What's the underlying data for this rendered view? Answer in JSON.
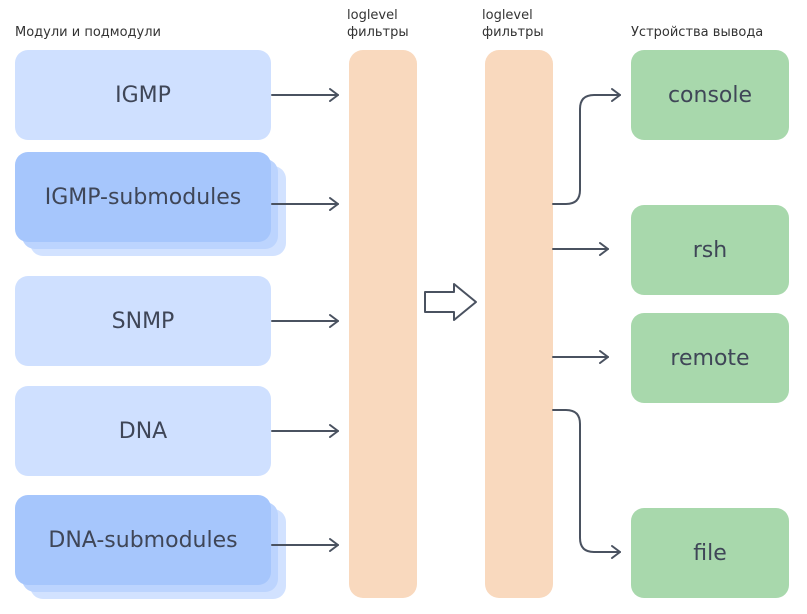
{
  "headers": {
    "modules": "Модули и подмодули",
    "filter1_line1": "loglevel",
    "filter1_line2": "фильтры",
    "filter2_line1": "loglevel",
    "filter2_line2": "фильтры",
    "outputs": "Устройства вывода"
  },
  "modules": [
    {
      "label": "IGMP",
      "kind": "module"
    },
    {
      "label": "IGMP-submodules",
      "kind": "submodules"
    },
    {
      "label": "SNMP",
      "kind": "module"
    },
    {
      "label": "DNA",
      "kind": "module"
    },
    {
      "label": "DNA-submodules",
      "kind": "submodules"
    }
  ],
  "outputs": [
    {
      "label": "console"
    },
    {
      "label": "rsh"
    },
    {
      "label": "remote"
    },
    {
      "label": "file"
    }
  ],
  "colors": {
    "module": "#cfe0ff",
    "submodule": "#a6c6fc",
    "filter": "#f9d9be",
    "output": "#a8d8ac",
    "arrow": "#4a5260"
  }
}
